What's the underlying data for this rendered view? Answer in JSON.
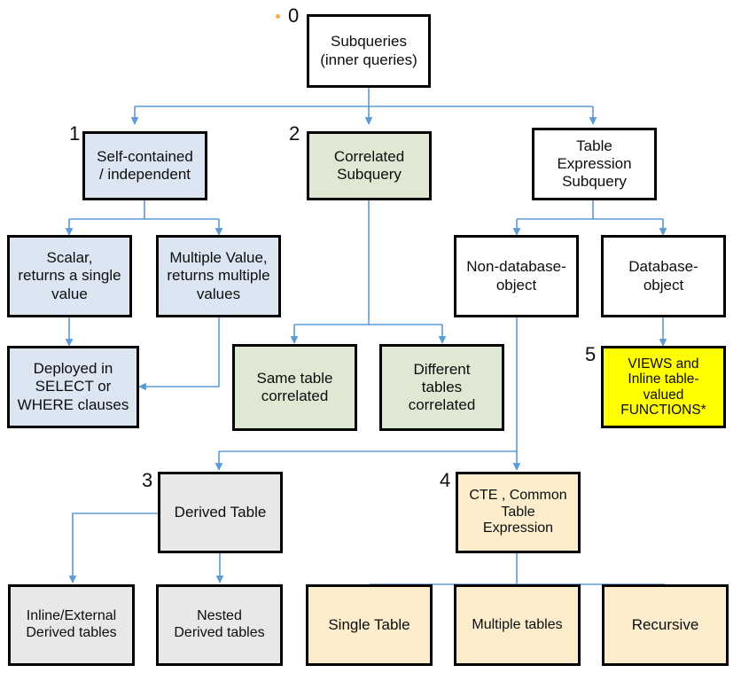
{
  "diagram": {
    "title": "Subqueries taxonomy flowchart",
    "colors": {
      "connector": "#5b9bd5",
      "node_border": "#000000",
      "blue": "#dce6f2",
      "green": "#dfe8d2",
      "yellow": "#ffff00",
      "grey": "#e8e8e8",
      "tan": "#fceecd",
      "white": "#ffffff",
      "index_label": "#0d0d0d"
    },
    "nodes": [
      {
        "id": "subqueries",
        "label": "Subqueries\n(inner queries)",
        "index": "0",
        "fill": "white"
      },
      {
        "id": "self-contained",
        "label": "Self-contained\n/ independent",
        "index": "1",
        "fill": "blue"
      },
      {
        "id": "correlated",
        "label": "Correlated\nSubquery",
        "index": "2",
        "fill": "green"
      },
      {
        "id": "table-expression",
        "label": "Table\nExpression\nSubquery",
        "index": "",
        "fill": "white"
      },
      {
        "id": "scalar",
        "label": "Scalar,\nreturns a single\nvalue",
        "index": "",
        "fill": "blue"
      },
      {
        "id": "multiple-value",
        "label": "Multiple Value,\nreturns multiple\nvalues",
        "index": "",
        "fill": "blue"
      },
      {
        "id": "non-database-object",
        "label": "Non-database-\nobject",
        "index": "",
        "fill": "white"
      },
      {
        "id": "database-object",
        "label": "Database-\nobject",
        "index": "",
        "fill": "white"
      },
      {
        "id": "deployed-in",
        "label": "Deployed in\nSELECT or\nWHERE clauses",
        "index": "",
        "fill": "blue"
      },
      {
        "id": "same-table",
        "label": "Same table\ncorrelated",
        "index": "",
        "fill": "green"
      },
      {
        "id": "different-tables",
        "label": "Different\ntables\ncorrelated",
        "index": "",
        "fill": "green"
      },
      {
        "id": "views-functions",
        "label": "VIEWS and\nInline table-\nvalued\nFUNCTIONS*",
        "index": "5",
        "fill": "yellow"
      },
      {
        "id": "derived-table",
        "label": "Derived Table",
        "index": "3",
        "fill": "grey"
      },
      {
        "id": "cte",
        "label": "CTE , Common\nTable\nExpression",
        "index": "4",
        "fill": "tan"
      },
      {
        "id": "inline-external",
        "label": "Inline/External\nDerived tables",
        "index": "",
        "fill": "grey"
      },
      {
        "id": "nested-derived",
        "label": "Nested\nDerived tables",
        "index": "",
        "fill": "grey"
      },
      {
        "id": "single-table",
        "label": "Single Table",
        "index": "",
        "fill": "tan"
      },
      {
        "id": "multiple-tables",
        "label": "Multiple tables",
        "index": "",
        "fill": "tan"
      },
      {
        "id": "recursive",
        "label": "Recursive",
        "index": "",
        "fill": "tan"
      }
    ]
  }
}
